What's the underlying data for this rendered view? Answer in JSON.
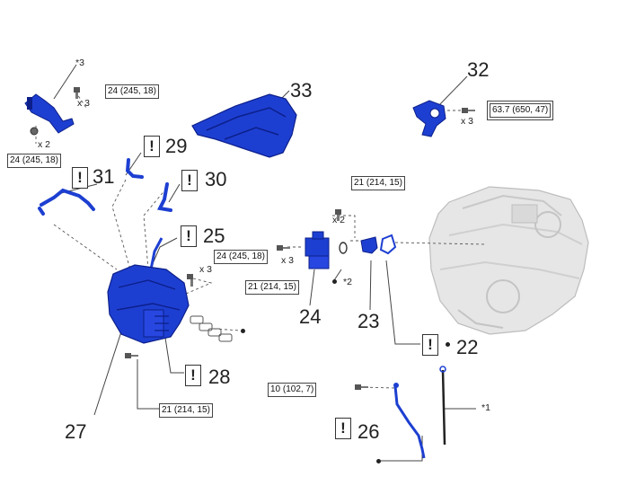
{
  "part_numbers": {
    "p22": "22",
    "p23": "23",
    "p24": "24",
    "p25": "25",
    "p26": "26",
    "p27": "27",
    "p28": "28",
    "p29": "29",
    "p30": "30",
    "p31": "31",
    "p32": "32",
    "p33": "33"
  },
  "notes": {
    "star1": "*1",
    "star2": "*2",
    "star3": "*3"
  },
  "quantities": {
    "x3": "x 3",
    "x2": "x 2"
  },
  "torques": {
    "bracket_bolt": "24 (245, 18)",
    "bracket_nut": "24 (245, 18)",
    "bracket32_bolt": "63.7 (650, 47)",
    "flange_bolt": "21 (214, 15)",
    "housing24_bolt_upper": "24 (245, 18)",
    "housing24_bolt_lower": "21 (214, 15)",
    "housing27_bolt": "21 (214, 15)",
    "dipstick_bolt": "10 (102, 7)"
  },
  "warning_mark": "!",
  "colors": {
    "part_blue": "#1d3fd1",
    "part_dark": "#0c1f8a",
    "engine_gray": "#e6e6e6",
    "line": "#555555"
  }
}
